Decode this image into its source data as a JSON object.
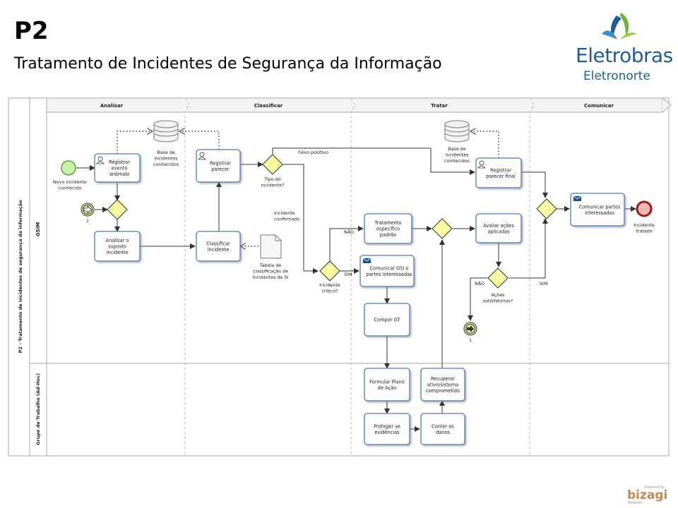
{
  "header": {
    "title": "P2",
    "subtitle": "Tratamento de Incidentes de Segurança da Informação"
  },
  "logo": {
    "brand": "Eletrobras",
    "unit": "Eletronorte"
  },
  "watermark": {
    "powered": "Powered by",
    "name": "bizagi",
    "product": "Modeler"
  },
  "diagram": {
    "pool_label": "P2 - Tratamento de incidentes de segurança da informação",
    "lanes": [
      "GSIM",
      "Grupo de Trabalho (Ad-Hoc)"
    ],
    "phases": [
      "Analisar",
      "Classificar",
      "Tratar",
      "Comunicar"
    ],
    "tasks": {
      "registrar_evento": [
        "Registrar",
        "evento",
        "anômalo"
      ],
      "analisar": [
        "Analisar o",
        "suposto",
        "incidente"
      ],
      "registrar_parecer": [
        "Registrar",
        "parecer"
      ],
      "classificar": [
        "Classificar",
        "incidente"
      ],
      "tratamento": [
        "Tratamento",
        "específico",
        "padrão"
      ],
      "comunicar_gsi": [
        "Comunicar GSI e",
        "partes interessadas"
      ],
      "compor_gt": [
        "Compor GT"
      ],
      "formular": [
        "Formular Plano",
        "de Ação"
      ],
      "proteger": [
        "Proteger as",
        "evidências"
      ],
      "conter": [
        "Conter os",
        "danos"
      ],
      "recuperar": [
        "Recuperar",
        "ativo/sistema",
        "comprometido"
      ],
      "avaliar": [
        "Avaliar ações",
        "aplicadas"
      ],
      "registrar_final": [
        "Registrar",
        "parecer final"
      ],
      "comunicar_partes": [
        "Comunicar partes",
        "interessadas"
      ]
    },
    "labels": {
      "start": [
        "Novo incidente",
        "conhecido"
      ],
      "end": [
        "Incidente",
        "tratado"
      ],
      "db1": [
        "Base de",
        "incidentes",
        "conhecidos"
      ],
      "db2": [
        "Base de",
        "incidentes",
        "conhecidos"
      ],
      "doc": [
        "Tabela de",
        "classificação de",
        "incidentes de SI"
      ],
      "gw_tipo": [
        "Tipo do",
        "incidente?"
      ],
      "gw_critico": [
        "Incidente",
        "crítico?"
      ],
      "gw_acoes": [
        "Ações",
        "satisfatórias?"
      ],
      "falso_positivo": "Falso positivo",
      "incidente_confirmado": [
        "Incidente",
        "confirmado"
      ],
      "nao1": "NÃO",
      "sim1": "SIM",
      "nao2": "NÃO",
      "sim2": "SIM",
      "link1": "1",
      "link2": "1"
    }
  }
}
